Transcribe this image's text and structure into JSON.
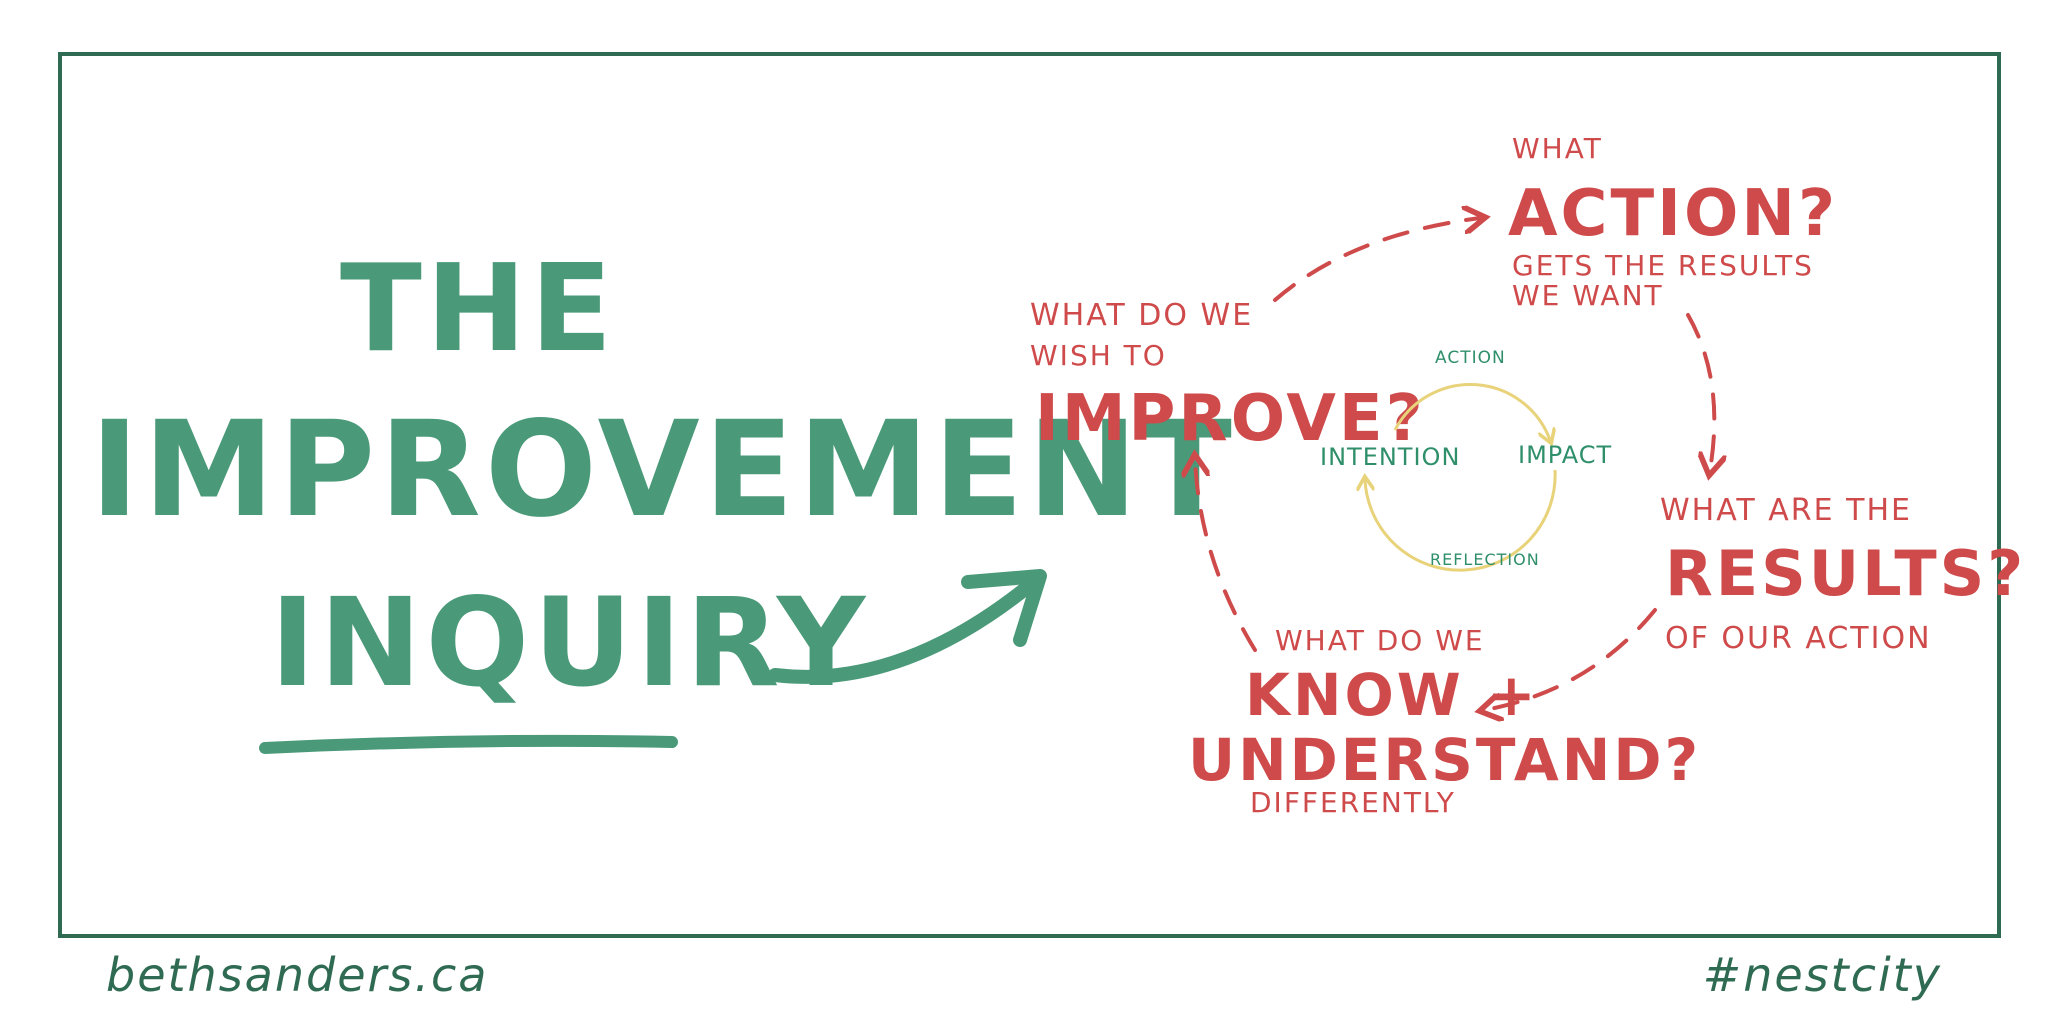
{
  "title": {
    "line1": "THE",
    "line2": "IMPROVEMENT",
    "line3": "INQUIRY"
  },
  "cycle": {
    "action": {
      "pre": "WHAT",
      "main": "ACTION?",
      "post1": "GETS THE RESULTS",
      "post2": "WE WANT"
    },
    "improve": {
      "pre1": "WHAT DO WE",
      "pre2": "WISH TO",
      "main": "IMPROVE?"
    },
    "results": {
      "pre": "WHAT ARE THE",
      "main": "RESULTS?",
      "post": "OF OUR ACTION"
    },
    "know": {
      "pre": "WHAT DO WE",
      "main1": "KNOW +",
      "main2": "UNDERSTAND?",
      "post": "DIFFERENTLY"
    }
  },
  "inner_cycle": {
    "top": "ACTION",
    "left": "INTENTION",
    "right": "IMPACT",
    "bottom": "REFLECTION"
  },
  "footer": {
    "left": "bethsanders.ca",
    "right": "#nestcity"
  },
  "colors": {
    "frame": "#2f6b52",
    "title_green": "#4a9a7a",
    "red": "#cf4a4a",
    "inner_ring": "#e8d27a"
  }
}
